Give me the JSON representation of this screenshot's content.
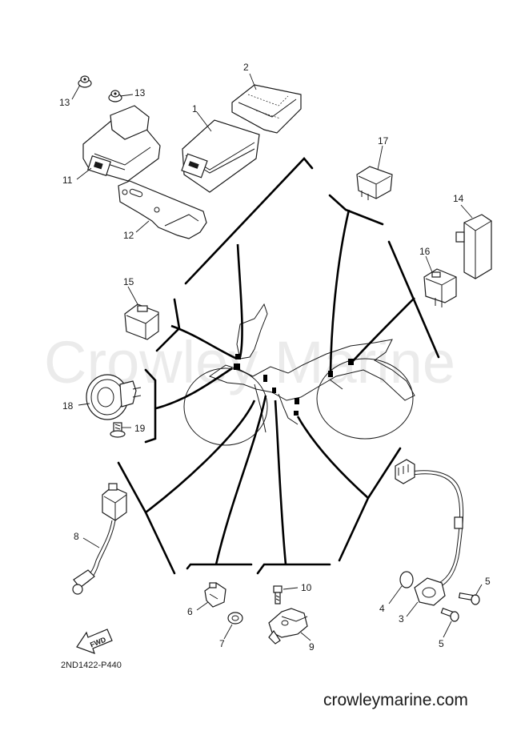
{
  "watermark": "Crowley Marine",
  "part_number": "2ND1422-P440",
  "website": "crowleymarine.com",
  "fwd_label": "FWD",
  "callouts": {
    "c1": "1",
    "c2": "2",
    "c3": "3",
    "c4": "4",
    "c5a": "5",
    "c5b": "5",
    "c6": "6",
    "c7": "7",
    "c8": "8",
    "c9": "9",
    "c10": "10",
    "c11": "11",
    "c12": "12",
    "c13a": "13",
    "c13b": "13",
    "c14": "14",
    "c15": "15",
    "c16": "16",
    "c17": "17",
    "c18": "18",
    "c19": "19"
  }
}
